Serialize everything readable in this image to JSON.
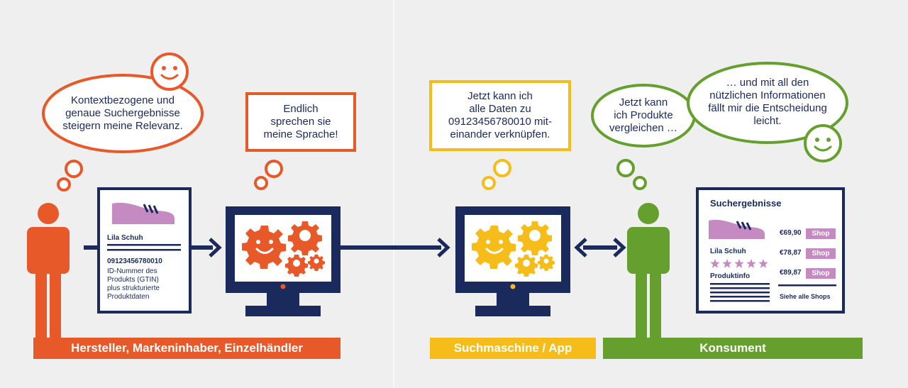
{
  "colors": {
    "navy": "#1b2a5c",
    "orange": "#e8592a",
    "yellow": "#f6bd1a",
    "green": "#65a02e",
    "lilac": "#c68ac3",
    "background": "#efefef"
  },
  "bubbles": {
    "manufacturer_thought": "Kontextbezogene und\ngenaue Suchergebnisse\nsteigern meine Relevanz.",
    "computer_speech": "Endlich\nsprechen sie\nmeine Sprache!",
    "search_engine_speech": "Jetzt kann ich\nalle Daten zu\n09123456780010 mit-\neinander verknüpfen.",
    "consumer_thought_1": "Jetzt kann\nich Produkte\nvergleichen …",
    "consumer_thought_2": "… und mit all den\nnützlichen Informationen\nfällt mir die Entscheidung\nleicht."
  },
  "product_card": {
    "title": "Lila Schuh",
    "gtin": "09123456780010",
    "description": "ID-Nummer des\nProdukts (GTIN)\nplus strukturierte\nProduktdaten"
  },
  "results_card": {
    "title": "Suchergebnisse",
    "product_name": "Lila Schuh",
    "product_info": "Produktinfo",
    "rating_stars": 5,
    "offers": [
      {
        "price": "€69,90",
        "button": "Shop"
      },
      {
        "price": "€78,87",
        "button": "Shop"
      },
      {
        "price": "€89,87",
        "button": "Shop"
      }
    ],
    "all_shops": "Siehe alle Shops"
  },
  "labels": {
    "manufacturer": "Hersteller, Markeninhaber, Einzelhändler",
    "search_engine": "Suchmaschine / App",
    "consumer": "Konsument"
  },
  "icons": [
    "person-icon",
    "smiley-icon",
    "shoe-icon",
    "gears-icon",
    "monitor-icon",
    "arrow-right-icon",
    "double-arrow-icon",
    "star-icon"
  ]
}
